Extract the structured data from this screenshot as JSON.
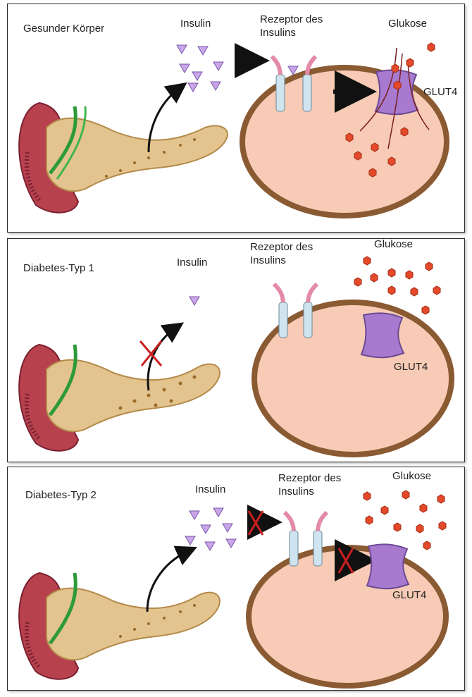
{
  "panels": [
    {
      "title": "Gesunder Körper",
      "insulin_label": "Insulin",
      "receptor_label": "Rezeptor des Insulins",
      "glucose_label": "Glukose",
      "glut4_label": "GLUT4"
    },
    {
      "title": "Diabetes-Typ 1",
      "insulin_label": "Insulin",
      "receptor_label": "Rezeptor des Insulins",
      "glucose_label": "Glukose",
      "glut4_label": "GLUT4"
    },
    {
      "title": "Diabetes-Typ 2",
      "insulin_label": "Insulin",
      "receptor_label": "Rezeptor des Insulins",
      "glucose_label": "Glukose",
      "glut4_label": "GLUT4"
    }
  ],
  "colors": {
    "pancreas": "#e3c48e",
    "pancreas_dot": "#9a6a2a",
    "duodenum": "#b7424e",
    "duct": "#2e9a3a",
    "cell_fill": "#f7cbb5",
    "cell_border": "#8a5a32",
    "insulin": "#c9a6e8",
    "glucose": "#e4492b",
    "glut4": "#a77ad0",
    "blocked": "#cc1f1f"
  }
}
